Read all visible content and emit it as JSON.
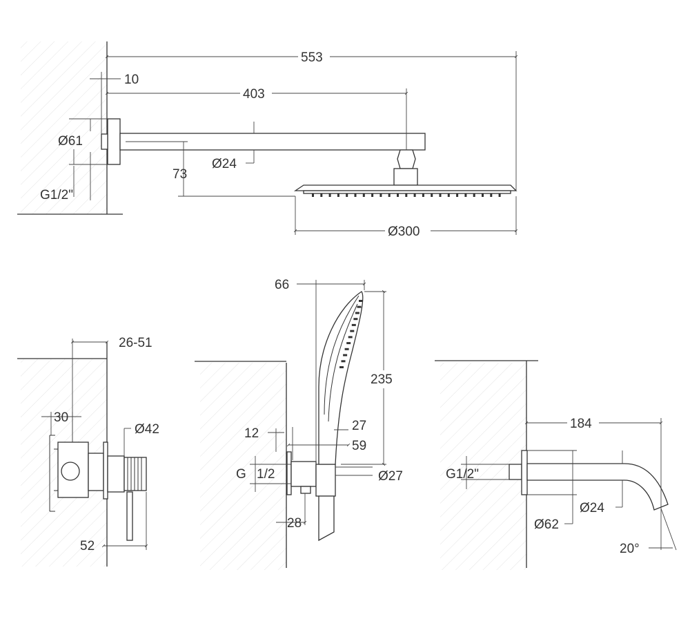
{
  "top_view": {
    "dim_553": "553",
    "dim_10": "10",
    "dim_403": "403",
    "dim_d61": "Ø61",
    "dim_d24": "Ø24",
    "dim_73": "73",
    "dim_g12": "G1/2\"",
    "dim_d300": "Ø300"
  },
  "mixer_view": {
    "dim_26_51": "26-51",
    "dim_30": "30",
    "dim_d42": "Ø42",
    "dim_52": "52"
  },
  "hand_shower_view": {
    "dim_66": "66",
    "dim_235": "235",
    "dim_12": "12",
    "dim_27": "27",
    "dim_59": "59",
    "dim_g": "G",
    "dim_1_2": "1/2",
    "dim_d27": "Ø27",
    "dim_28": "28"
  },
  "spout_view": {
    "dim_184": "184",
    "dim_g12": "G1/2\"",
    "dim_d24": "Ø24",
    "dim_d62": "Ø62",
    "dim_20deg": "20°"
  }
}
